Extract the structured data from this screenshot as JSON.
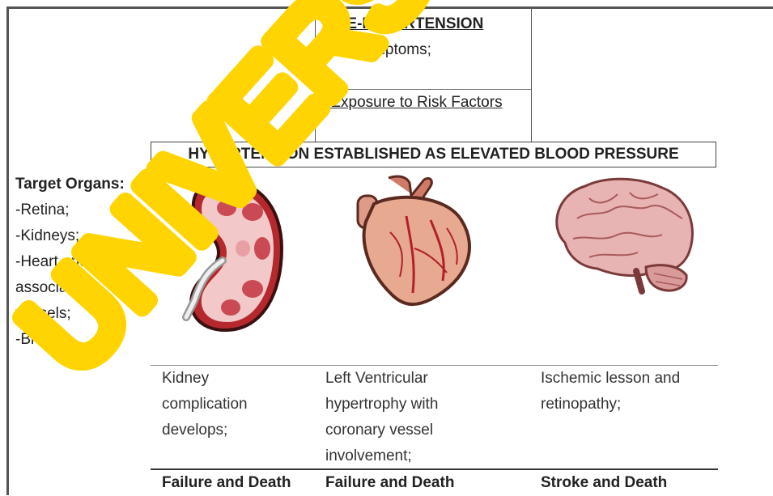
{
  "pre_hypertension": {
    "title": "PRE-HYPERTENSION",
    "no_symptoms": "-No Symptoms;",
    "exposure": "-Exposure to Risk Factors"
  },
  "banner": "HYPERTENSION ESTABLISHED AS ELEVATED BLOOD  PRESSURE",
  "target_organs": {
    "heading": "Target Organs:",
    "items": [
      "-Retina;",
      "-Kidneys;",
      "-Heart and",
      "associated",
      "vessels;",
      "-Brain."
    ]
  },
  "organ_images": {
    "kidney": "kidney-icon",
    "heart": "heart-icon",
    "brain": "brain-icon"
  },
  "complications": {
    "kidney": [
      "Kidney",
      "complication",
      "develops;"
    ],
    "heart": [
      "Left Ventricular",
      "hypertrophy with",
      "coronary vessel",
      "involvement;"
    ],
    "brain": [
      "Ischemic lesson and",
      "retinopathy;"
    ]
  },
  "outcomes": {
    "kidney": "Failure and Death",
    "heart": "Failure and Death",
    "brain": "Stroke and Death"
  },
  "watermark": {
    "text": "UNIVERSITY",
    "color": "#ffd400"
  }
}
